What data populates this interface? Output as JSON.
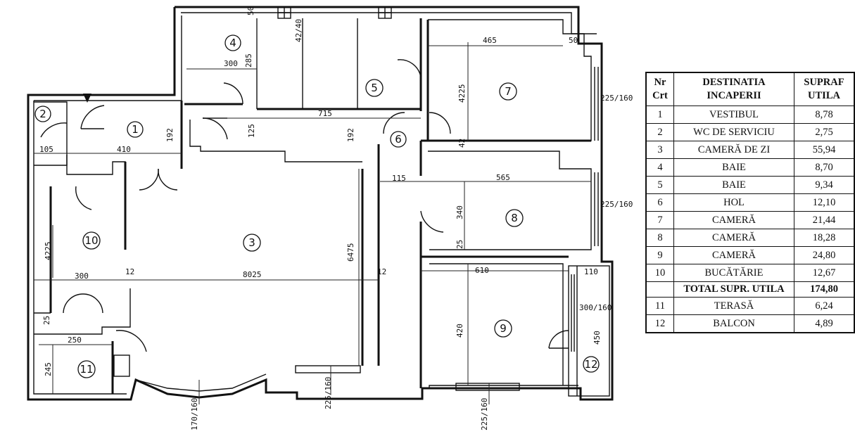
{
  "rooms": [
    {
      "nr": "1",
      "name": "VESTIBUL",
      "area": "8,78"
    },
    {
      "nr": "2",
      "name": "WC DE SERVICIU",
      "area": "2,75"
    },
    {
      "nr": "3",
      "name": "CAMERĂ DE ZI",
      "area": "55,94"
    },
    {
      "nr": "4",
      "name": "BAIE",
      "area": "8,70"
    },
    {
      "nr": "5",
      "name": "BAIE",
      "area": "9,34"
    },
    {
      "nr": "6",
      "name": "HOL",
      "area": "12,10"
    },
    {
      "nr": "7",
      "name": "CAMERĂ",
      "area": "21,44"
    },
    {
      "nr": "8",
      "name": "CAMERĂ",
      "area": "18,28"
    },
    {
      "nr": "9",
      "name": "CAMERĂ",
      "area": "24,80"
    },
    {
      "nr": "10",
      "name": "BUCĂTĂRIE",
      "area": "12,67"
    }
  ],
  "extra_rooms": [
    {
      "nr": "11",
      "name": "TERASĂ",
      "area": "6,24"
    },
    {
      "nr": "12",
      "name": "BALCON",
      "area": "4,89"
    }
  ],
  "table": {
    "header_nr": "Nr Crt",
    "header_dest": "DESTINATIA INCAPERII",
    "header_area": "SUPRAF UTILA",
    "total_label": "TOTAL SUPR. UTILA",
    "total_value": "174,80"
  },
  "plan": {
    "room_labels": [
      "1",
      "2",
      "3",
      "4",
      "5",
      "6",
      "7",
      "8",
      "9",
      "10",
      "11",
      "12"
    ],
    "dimensions": {
      "d_465": "465",
      "d_50a": "50",
      "d_50b": "50",
      "d_42_40": "42/40",
      "d_285": "285",
      "d_300a": "300",
      "d_4225a": "4225",
      "d_225_160a": "225/160",
      "d_715": "715",
      "d_125": "125",
      "d_192a": "192",
      "d_192b": "192",
      "d_105": "105",
      "d_410": "410",
      "d_42": "42",
      "d_115": "115",
      "d_565": "565",
      "d_225_160b": "225/160",
      "d_340": "340",
      "d_25a": "25",
      "d_6475": "6475",
      "d_4225b": "4225",
      "d_300b": "300",
      "d_12a": "12",
      "d_8025": "8025",
      "d_12b": "12",
      "d_610": "610",
      "d_110": "110",
      "d_300_160": "300/160",
      "d_420": "420",
      "d_450": "450",
      "d_25b": "25",
      "d_250": "250",
      "d_245": "245",
      "d_170_160": "170/160",
      "d_225_160c": "225/160",
      "d_225_160d": "225/160"
    }
  }
}
